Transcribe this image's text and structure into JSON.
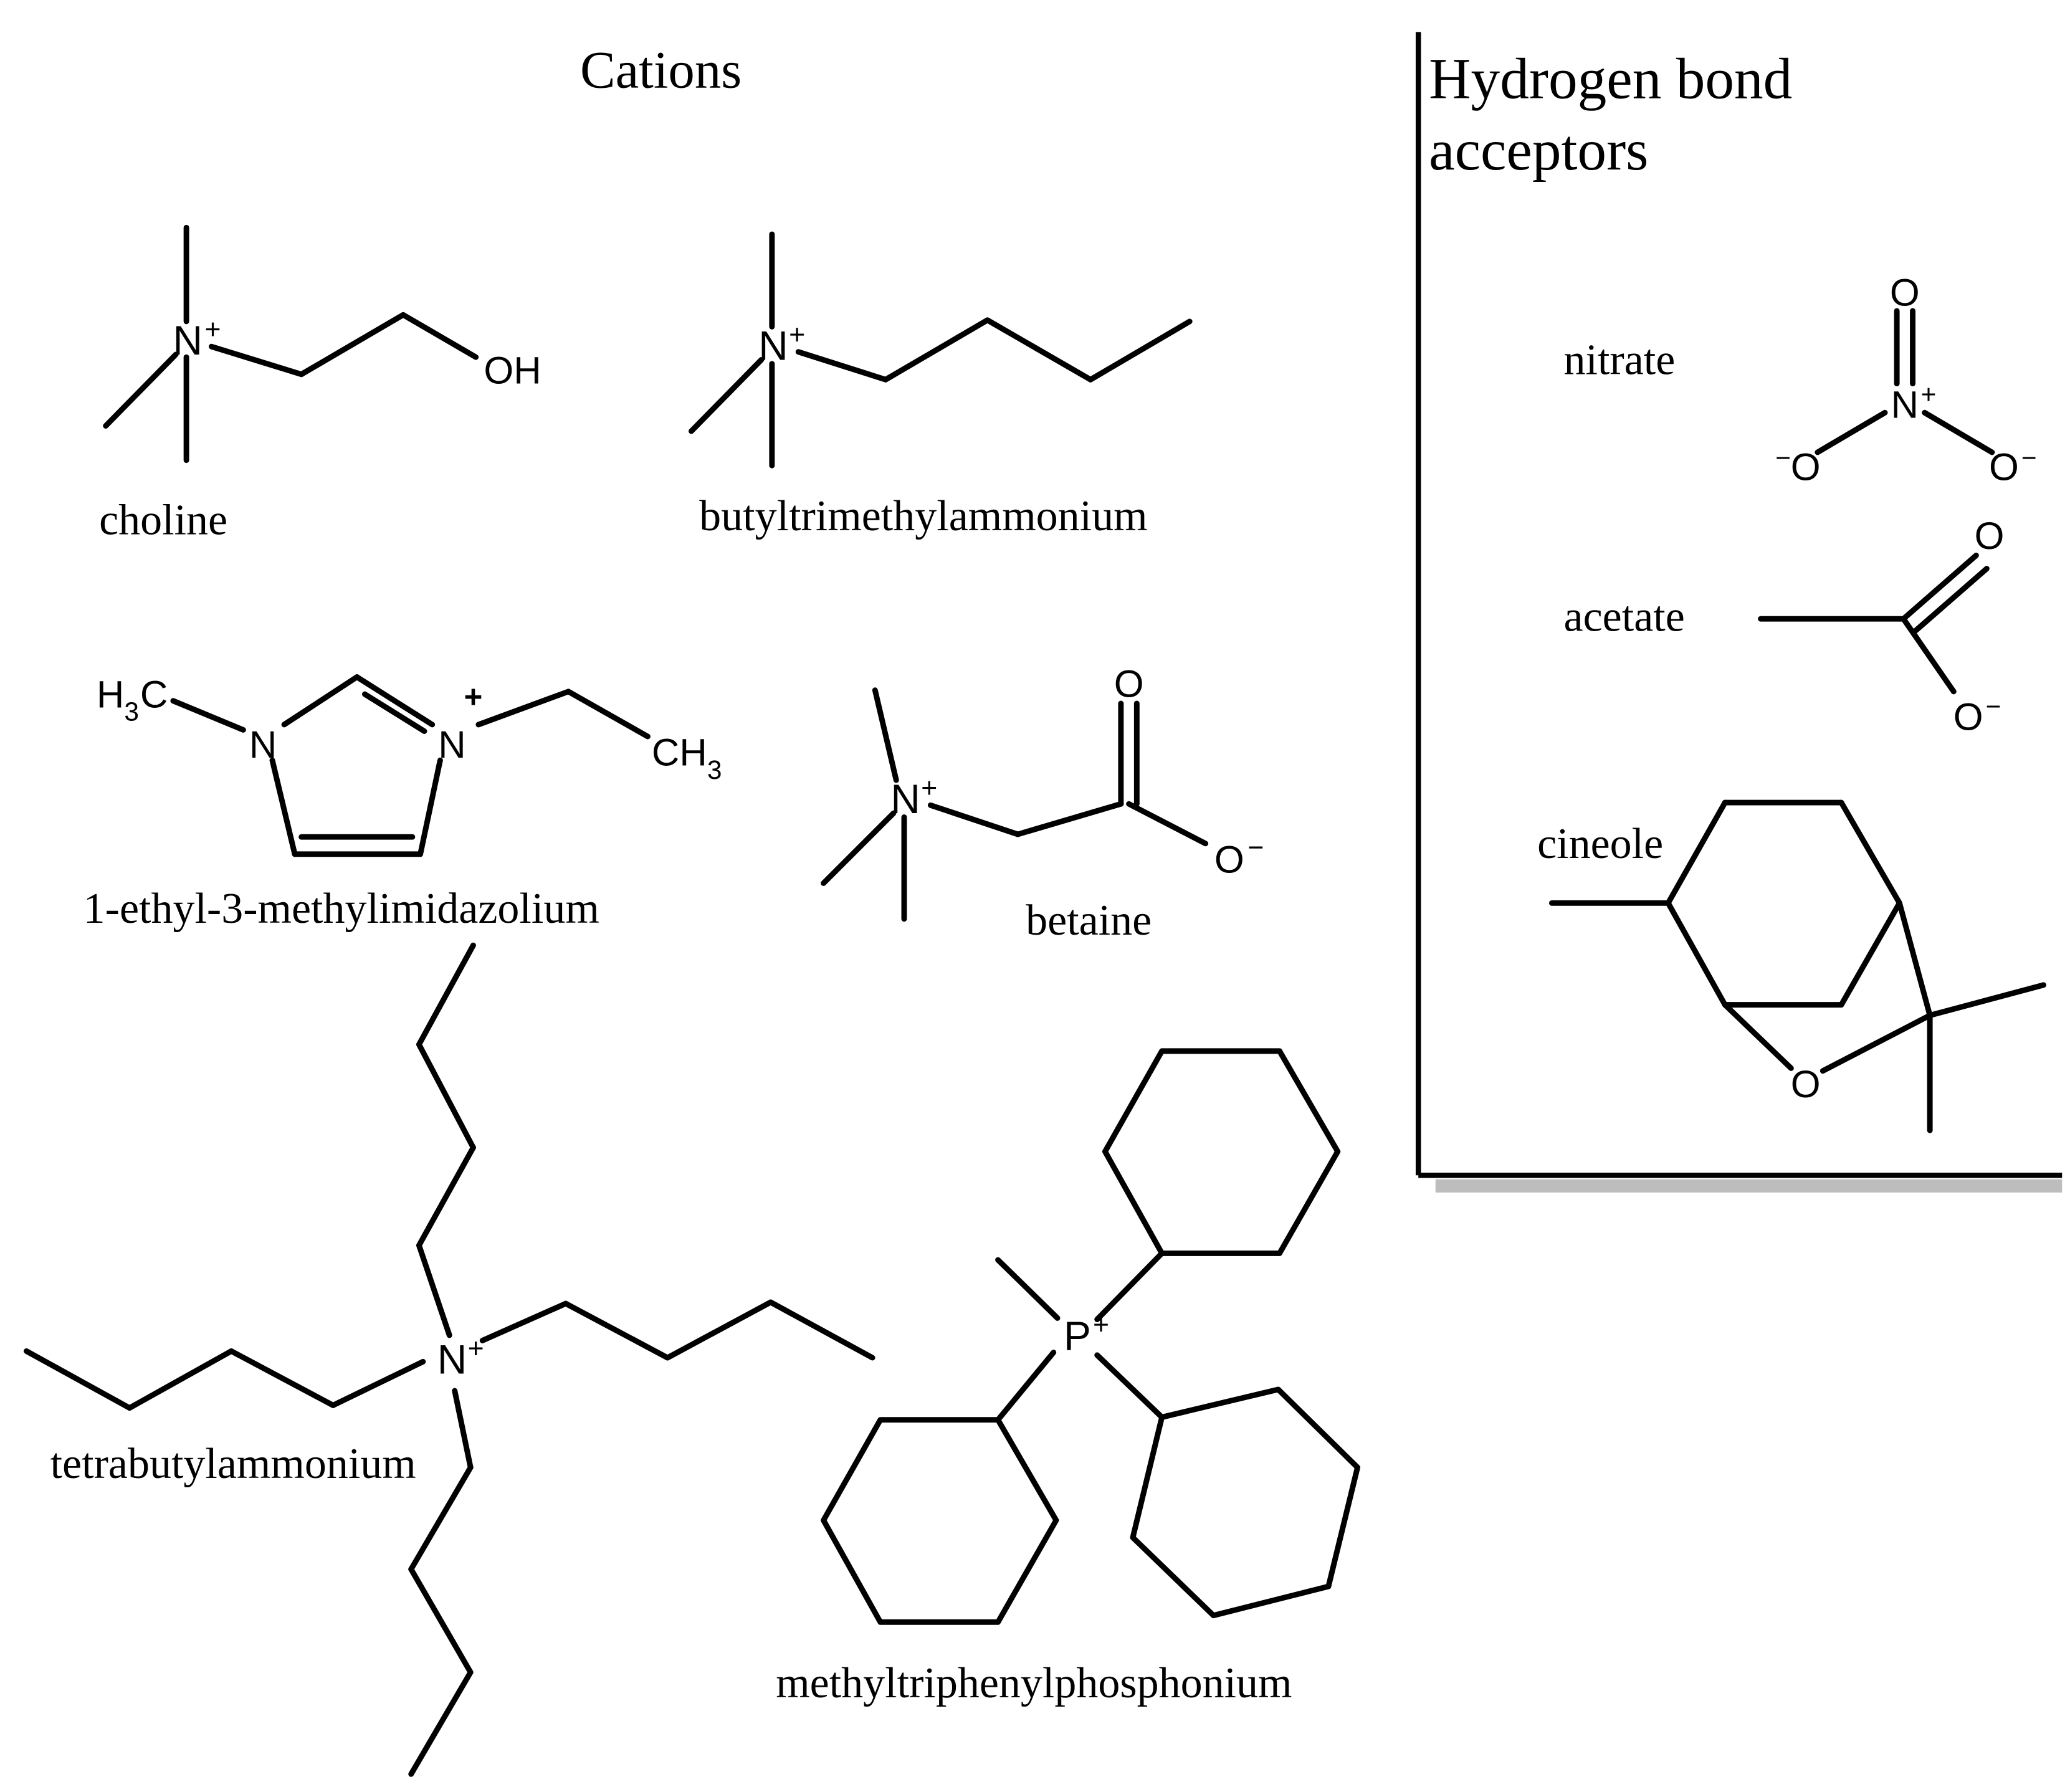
{
  "sections": {
    "cations": "Cations",
    "hba_line1": "Hydrogen bond",
    "hba_line2": "acceptors"
  },
  "molecules": {
    "choline": "choline",
    "butyltrimethylammonium": "butyltrimethylammonium",
    "emim": "1-ethyl-3-methylimidazolium",
    "betaine": "betaine",
    "tetrabutylammonium": "tetrabutylammonium",
    "methyltriphenylphosphonium": "methyltriphenylphosphonium",
    "nitrate": "nitrate",
    "acetate": "acetate",
    "cineole": "cineole"
  },
  "atoms": {
    "N": "N",
    "P": "P",
    "O": "O",
    "OH": "OH",
    "H": "H",
    "C": "C",
    "sub3": "3",
    "plus": "+",
    "minus": "−"
  },
  "colors": {
    "ink": "#000000",
    "shadow": "#bdbdbd",
    "background": "#ffffff"
  }
}
